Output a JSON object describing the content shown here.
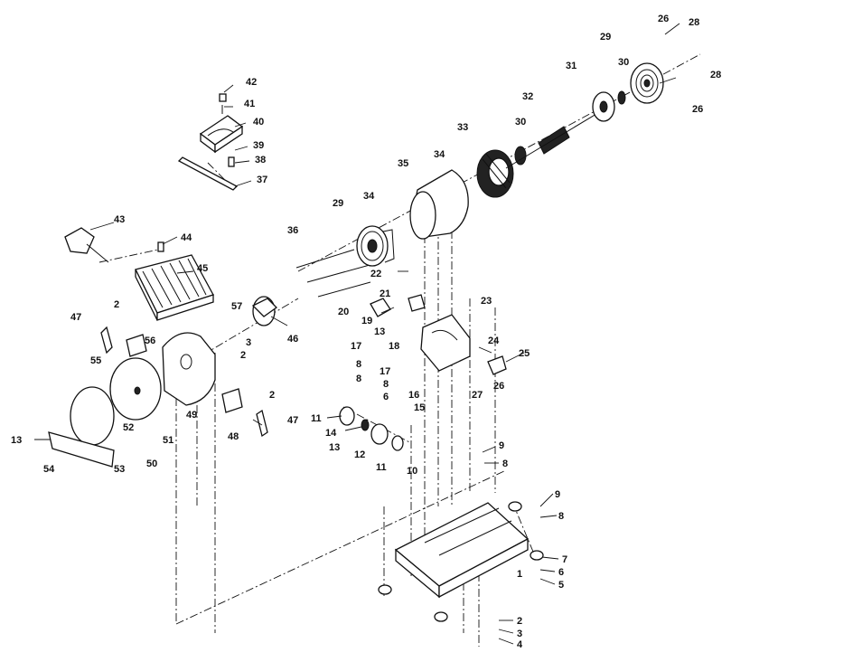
{
  "callouts": [
    {
      "id": "c42",
      "text": "42"
    },
    {
      "id": "c41",
      "text": "41"
    },
    {
      "id": "c40",
      "text": "40"
    },
    {
      "id": "c39",
      "text": "39"
    },
    {
      "id": "c38",
      "text": "38"
    },
    {
      "id": "c37",
      "text": "37"
    },
    {
      "id": "c26a",
      "text": "26"
    },
    {
      "id": "c28a",
      "text": "28"
    },
    {
      "id": "c29a",
      "text": "29"
    },
    {
      "id": "c30a",
      "text": "30"
    },
    {
      "id": "c31",
      "text": "31"
    },
    {
      "id": "c28b",
      "text": "28"
    },
    {
      "id": "c26b",
      "text": "26"
    },
    {
      "id": "c32",
      "text": "32"
    },
    {
      "id": "c33",
      "text": "33"
    },
    {
      "id": "c30b",
      "text": "30"
    },
    {
      "id": "c34a",
      "text": "34"
    },
    {
      "id": "c35",
      "text": "35"
    },
    {
      "id": "c34b",
      "text": "34"
    },
    {
      "id": "c29b",
      "text": "29"
    },
    {
      "id": "c36",
      "text": "36"
    },
    {
      "id": "c43",
      "text": "43"
    },
    {
      "id": "c44",
      "text": "44"
    },
    {
      "id": "c45",
      "text": "45"
    },
    {
      "id": "c22",
      "text": "22"
    },
    {
      "id": "c21",
      "text": "21"
    },
    {
      "id": "c20",
      "text": "20"
    },
    {
      "id": "c19",
      "text": "19"
    },
    {
      "id": "c23",
      "text": "23"
    },
    {
      "id": "c13a",
      "text": "13"
    },
    {
      "id": "c18",
      "text": "18"
    },
    {
      "id": "c24",
      "text": "24"
    },
    {
      "id": "c25",
      "text": "25"
    },
    {
      "id": "c17a",
      "text": "17"
    },
    {
      "id": "c8a",
      "text": "8"
    },
    {
      "id": "c8b",
      "text": "8"
    },
    {
      "id": "c17b",
      "text": "17"
    },
    {
      "id": "c8c",
      "text": "8"
    },
    {
      "id": "c6a",
      "text": "6"
    },
    {
      "id": "c16",
      "text": "16"
    },
    {
      "id": "c15",
      "text": "15"
    },
    {
      "id": "c27",
      "text": "27"
    },
    {
      "id": "c26c",
      "text": "26"
    },
    {
      "id": "c57",
      "text": "57"
    },
    {
      "id": "c2a",
      "text": "2"
    },
    {
      "id": "c47a",
      "text": "47"
    },
    {
      "id": "c3a",
      "text": "3"
    },
    {
      "id": "c2b",
      "text": "2"
    },
    {
      "id": "c46",
      "text": "46"
    },
    {
      "id": "c56",
      "text": "56"
    },
    {
      "id": "c55",
      "text": "55"
    },
    {
      "id": "c49",
      "text": "49"
    },
    {
      "id": "c2c",
      "text": "2"
    },
    {
      "id": "c47b",
      "text": "47"
    },
    {
      "id": "c52",
      "text": "52"
    },
    {
      "id": "c51",
      "text": "51"
    },
    {
      "id": "c48",
      "text": "48"
    },
    {
      "id": "c13b",
      "text": "13"
    },
    {
      "id": "c54",
      "text": "54"
    },
    {
      "id": "c53",
      "text": "53"
    },
    {
      "id": "c50",
      "text": "50"
    },
    {
      "id": "c11a",
      "text": "11"
    },
    {
      "id": "c14",
      "text": "14"
    },
    {
      "id": "c13c",
      "text": "13"
    },
    {
      "id": "c12",
      "text": "12"
    },
    {
      "id": "c11b",
      "text": "11"
    },
    {
      "id": "c10",
      "text": "10"
    },
    {
      "id": "c9a",
      "text": "9"
    },
    {
      "id": "c8d",
      "text": "8"
    },
    {
      "id": "c9b",
      "text": "9"
    },
    {
      "id": "c8e",
      "text": "8"
    },
    {
      "id": "c7",
      "text": "7"
    },
    {
      "id": "c1",
      "text": "1"
    },
    {
      "id": "c6b",
      "text": "6"
    },
    {
      "id": "c5",
      "text": "5"
    },
    {
      "id": "c2d",
      "text": "2"
    },
    {
      "id": "c3b",
      "text": "3"
    },
    {
      "id": "c4",
      "text": "4"
    }
  ]
}
